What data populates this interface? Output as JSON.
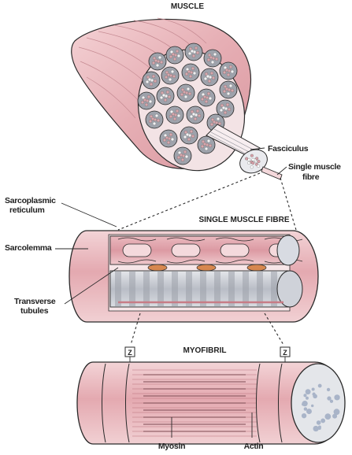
{
  "titles": {
    "muscle": "MUSCLE",
    "single_fibre": "SINGLE MUSCLE FIBRE",
    "myofibril": "MYOFIBRIL"
  },
  "labels": {
    "fasciculus": "Fasciculus",
    "single_fibre_line1": "Single muscle",
    "single_fibre_line2": "fibre",
    "sarcoplasmic_line1": "Sarcoplasmic",
    "sarcoplasmic_line2": "reticulum",
    "sarcolemma": "Sarcolemma",
    "transverse_line1": "Transverse",
    "transverse_line2": "tubules",
    "z_left": "Z",
    "z_right": "Z",
    "myosin": "Myosin",
    "actin": "Actin"
  },
  "colors": {
    "tissue_pink": "#e8b4b9",
    "tissue_light": "#f6dfe1",
    "tissue_dark": "#c98a92",
    "outline": "#2a2a2a",
    "fibre_grey": "#c9ccd3"
  }
}
